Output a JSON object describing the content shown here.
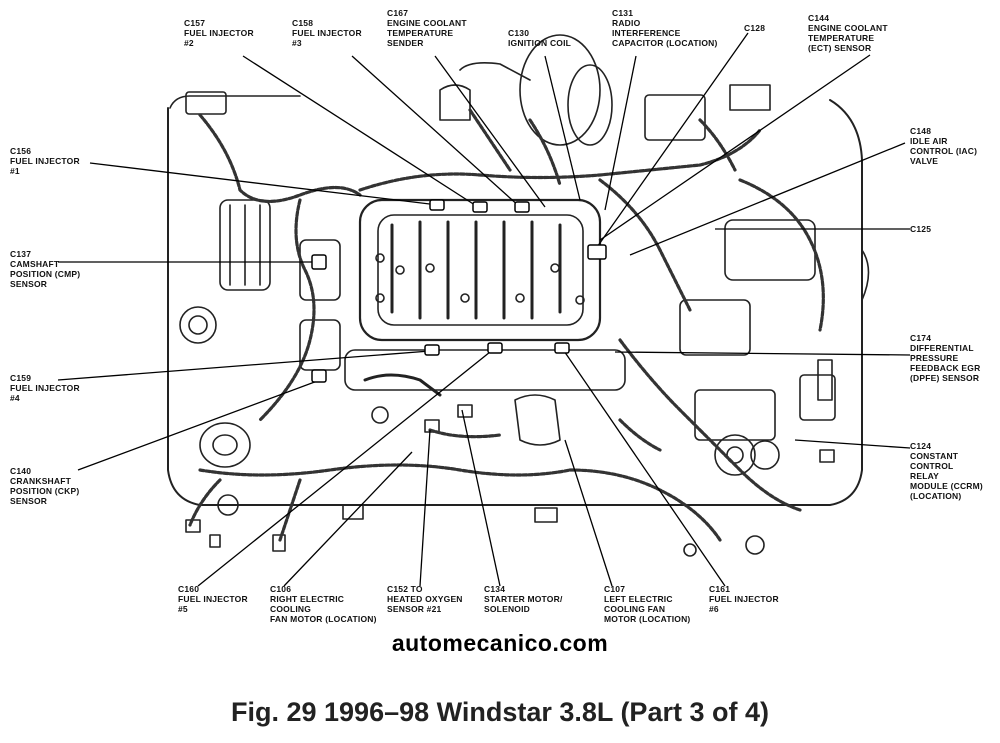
{
  "labels": {
    "c157": "C157\nFUEL INJECTOR\n#2",
    "c158": "C158\nFUEL INJECTOR\n#3",
    "c167": "C167\nENGINE COOLANT\nTEMPERATURE\nSENDER",
    "c130": "C130\nIGNITION COIL",
    "c131": "C131\nRADIO\nINTERFERENCE\nCAPACITOR (LOCATION)",
    "c128": "C128",
    "c144": "C144\nENGINE COOLANT\nTEMPERATURE\n(ECT) SENSOR",
    "c156": "C156\nFUEL INJECTOR\n#1",
    "c148": "C148\nIDLE AIR\nCONTROL (IAC)\nVALVE",
    "c137": "C137\nCAMSHAFT\nPOSITION (CMP)\nSENSOR",
    "c125": "C125",
    "c174": "C174\nDIFFERENTIAL\nPRESSURE\nFEEDBACK EGR\n(DPFE) SENSOR",
    "c159": "C159\nFUEL INJECTOR\n#4",
    "c124": "C124\nCONSTANT\nCONTROL\nRELAY\nMODULE (CCRM)\n(LOCATION)",
    "c140": "C140\nCRANKSHAFT\nPOSITION (CKP)\nSENSOR",
    "c160": "C160\nFUEL INJECTOR\n#5",
    "c106": "C106\nRIGHT ELECTRIC\nCOOLING\nFAN MOTOR (LOCATION)",
    "c152": "C152 TO\nHEATED OXYGEN\nSENSOR #21",
    "c134": "C134\nSTARTER MOTOR/\nSOLENOID",
    "c107": "C107\nLEFT ELECTRIC\nCOOLING FAN\nMOTOR (LOCATION)",
    "c161": "C161\nFUEL INJECTOR\n#6"
  },
  "watermark": "automecanico.com",
  "caption": "Fig. 29   1996–98 Windstar 3.8L (Part 3 of 4)"
}
